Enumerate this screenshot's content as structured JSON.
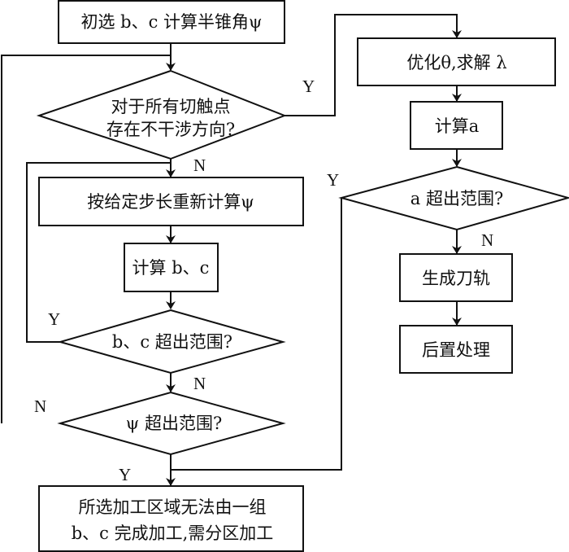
{
  "diagram": {
    "type": "flowchart",
    "nodes": {
      "init": "初选 b、c 计算半锥角ψ",
      "check_dir_line1": "对于所有切触点",
      "check_dir_line2": "存在不干涉方向?",
      "recompute_psi": "按给定步长重新计算ψ",
      "compute_bc": "计算 b、c",
      "bc_range": "b、c 超出范围?",
      "psi_range": "ψ 超出范围?",
      "fail_line1": "所选加工区域无法由一组",
      "fail_line2": "b、c 完成加工,需分区加工",
      "optimize": "优化θ,求解 λ",
      "compute_a": "计算a",
      "a_range": "a 超出范围?",
      "toolpath": "生成刀轨",
      "postprocess": "后置处理"
    },
    "labels": {
      "check_dir_yes": "Y",
      "check_dir_no": "N",
      "bc_yes": "Y",
      "bc_no": "N",
      "psi_no": "N",
      "psi_yes": "Y",
      "a_yes": "Y",
      "a_no": "N"
    }
  }
}
